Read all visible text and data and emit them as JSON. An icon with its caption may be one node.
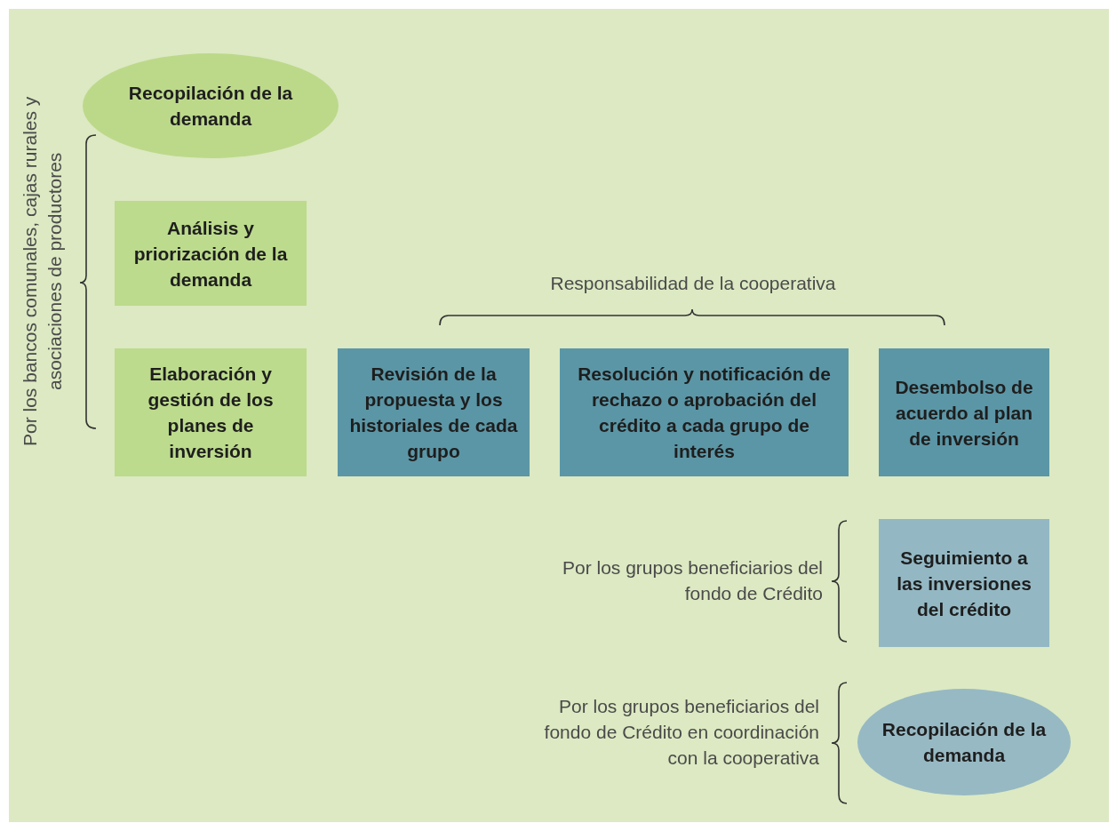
{
  "diagram": {
    "nodes": [
      {
        "text": [
          "Recopilación de la demanda"
        ]
      },
      {
        "text": [
          "Análisis y priorización de la demanda"
        ]
      },
      {
        "text": [
          "Elaboración y gestión de los planes de inversión"
        ]
      },
      {
        "text": [
          "Revisión de la propuesta y los historiales de cada grupo"
        ]
      },
      {
        "text": [
          "Resolución y notificación de rechazo o aprobación del crédito a cada grupo de interés"
        ]
      },
      {
        "text": [
          "Desembolso de acuerdo al plan de inversión"
        ]
      },
      {
        "text": [
          "Seguimiento a las inversiones del crédito"
        ]
      },
      {
        "text": [
          "Recopilación de la demanda"
        ]
      }
    ],
    "labels": [
      "Por los bancos comunales, cajas rurales y asociaciones de productores",
      "Responsabilidad de la cooperativa",
      "Por los grupos beneficiarios del fondo de Crédito",
      "Por los grupos beneficiarios del fondo de Crédito en coordinación con la cooperativa"
    ]
  }
}
